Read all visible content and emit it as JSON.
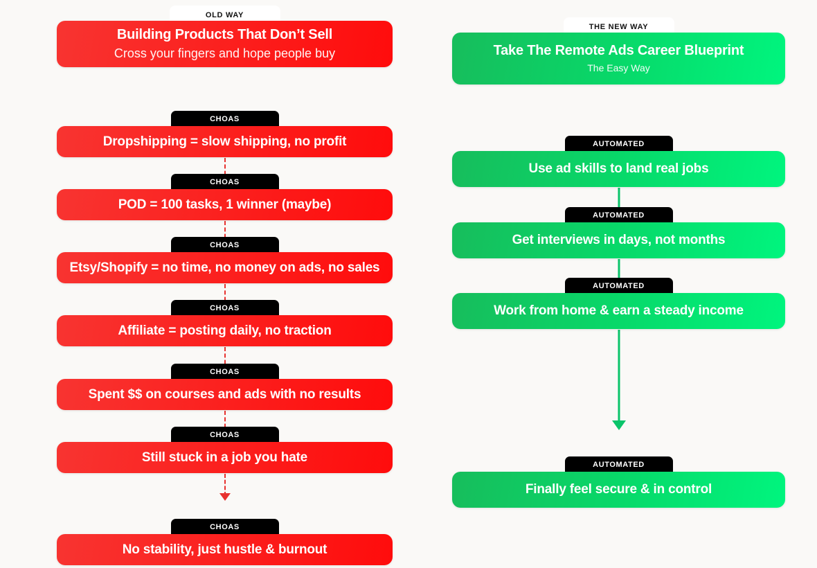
{
  "background_color": "#faf9f7",
  "columns": {
    "left": {
      "name": "old-way",
      "accent_color": "#ff0c0c",
      "connector_color": "#e8312e",
      "connector_style": "dashed",
      "header": {
        "badge": "OLD WAY",
        "title": "Building Products That Don’t Sell",
        "subtitle": "Cross your fingers and hope people buy"
      },
      "steps": [
        {
          "badge": "CHOAS",
          "title": "Dropshipping = slow shipping, no profit"
        },
        {
          "badge": "CHOAS",
          "title": "POD = 100 tasks, 1 winner (maybe)"
        },
        {
          "badge": "CHOAS",
          "title": "Etsy/Shopify = no time, no money on ads, no sales"
        },
        {
          "badge": "CHOAS",
          "title": "Affiliate = posting daily, no traction"
        },
        {
          "badge": "CHOAS",
          "title": "Spent $$ on courses and ads with no results"
        },
        {
          "badge": "CHOAS",
          "title": "Still stuck in a job you hate"
        },
        {
          "badge": "CHOAS",
          "title": "No stability, just hustle & burnout"
        }
      ]
    },
    "right": {
      "name": "new-way",
      "accent_color": "#00f57e",
      "connector_color": "#0ac46a",
      "connector_style": "solid",
      "header": {
        "badge": "THE NEW WAY",
        "title": "Take The Remote Ads Career Blueprint",
        "subtitle": "The Easy Way"
      },
      "steps": [
        {
          "badge": "AUTOMATED",
          "title": "Use ad skills to land real jobs"
        },
        {
          "badge": "AUTOMATED",
          "title": "Get interviews in days, not months"
        },
        {
          "badge": "AUTOMATED",
          "title": "Work from home & earn a steady income"
        },
        {
          "badge": "AUTOMATED",
          "title": "Finally feel secure & in control"
        }
      ]
    }
  }
}
